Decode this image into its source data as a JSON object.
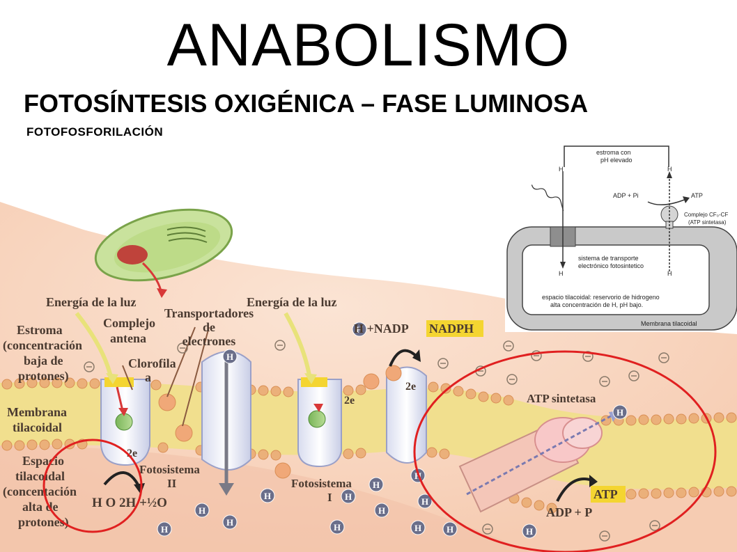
{
  "title": "ANABOLISMO",
  "subtitle": "FOTOSÍNTESIS OXIGÉNICA – FASE LUMINOSA",
  "subsubtitle": "FOTOFOSFORILACIÓN",
  "main": {
    "energia_luz_1": "Energía de la luz",
    "energia_luz_2": "Energía de la luz",
    "estroma": [
      "Estroma",
      "(concentración",
      "baja de",
      "protones)"
    ],
    "complejo_antena": [
      "Complejo",
      "antena"
    ],
    "transportadores": [
      "Transportadores",
      "de",
      "electrones"
    ],
    "clorofila": [
      "Clorofila",
      "a"
    ],
    "membrana": [
      "Membrana",
      "tilacoidal"
    ],
    "espacio": [
      "Espacio",
      "tilacoidal",
      "(concentación",
      "alta de",
      "protones)"
    ],
    "fotosistema_2": [
      "Fotosistema",
      "II"
    ],
    "fotosistema_1": [
      "Fotosistema",
      "I"
    ],
    "h_plus_nadp": "H +NADP",
    "nadph": "NADPH",
    "e2_a": "2e",
    "e2_b": "2e",
    "e2_c": "2e",
    "water": "H O 2H +½O",
    "atp_sintetasa": "ATP sintetasa",
    "adp_p": "ADP + P",
    "atp": "ATP",
    "h": "H"
  },
  "inset": {
    "estroma": [
      "estroma con",
      "pH elevado"
    ],
    "h": "H",
    "adp_pi": "ADP + Pi",
    "atp": "ATP",
    "complejo": [
      "Complejo CF₀-CF",
      "(ATP sintetasa)"
    ],
    "sistema": [
      "sistema de transporte",
      "electrónico fotosintetico"
    ],
    "espacio": [
      "espacio tilacoidal: reservorio de hidrogeno",
      "alta concentración de H, pH bajo."
    ],
    "membrana": "Membrana tilacoidal"
  },
  "colors": {
    "circle": "#e02020",
    "stroma": "#f9d9c4",
    "membrane": "#f1df8e",
    "beads": "#ebb07a",
    "nadph_bg": "#f4d531"
  }
}
